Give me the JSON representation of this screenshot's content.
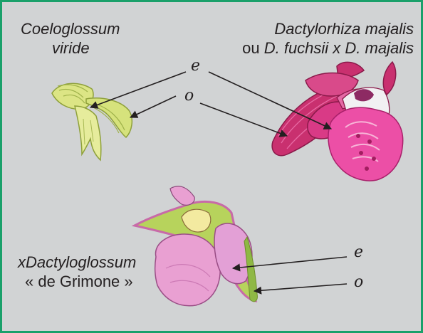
{
  "colors": {
    "frame_border": "#1aa06a",
    "background": "#d1d3d4",
    "text": "#231f20",
    "coeloglossum_flower": "#d6e27c",
    "dactylorhiza_flower": "#d93a86",
    "hybrid_flower_pink": "#e9a0d2",
    "hybrid_flower_green": "#b7d35c"
  },
  "captions": {
    "coeloglossum": {
      "line1": "Coeloglossum",
      "line2": "viride"
    },
    "dactylorhiza": {
      "line1": "Dactylorhiza majalis",
      "line2_prefix": "ou ",
      "line2_species": "D. fuchsii x D. majalis"
    },
    "hybrid": {
      "line1": "xDactyloglossum",
      "line2": "« de Grimone »"
    }
  },
  "markers": {
    "top_e": "e",
    "top_o": "o",
    "bottom_e": "e",
    "bottom_o": "o"
  }
}
